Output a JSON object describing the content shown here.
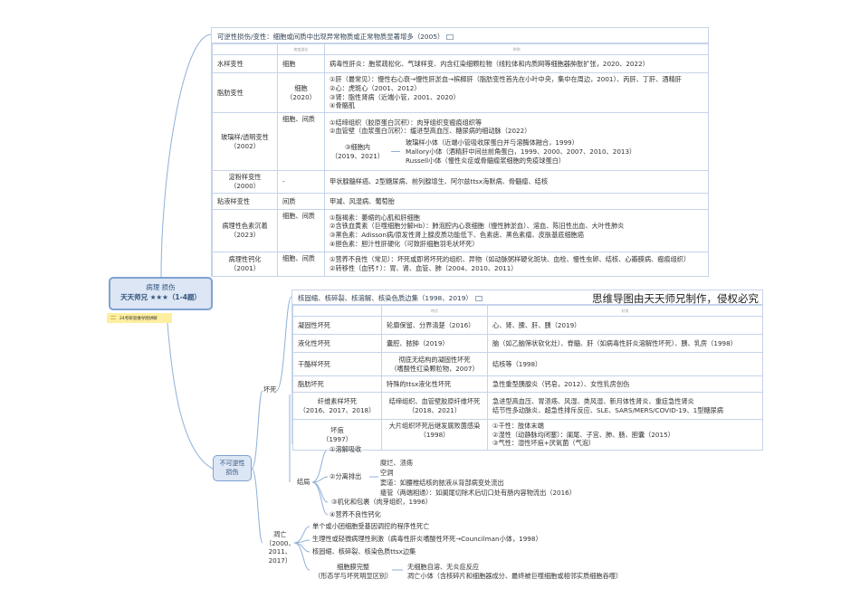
{
  "root": {
    "title": "病理 损伤",
    "subtitle": "天天师兄 ★★★（1-4题）",
    "label": "24考研思维导图讲解"
  },
  "reversible": {
    "header": "可逆性损伤/变性：细胞或间质中出现异常物质或正常物质显著增多（2005）",
    "columns": [
      "",
      "病变部位",
      "举例"
    ],
    "rows": [
      {
        "name": "水样变性",
        "site": "细胞",
        "examples": [
          "病毒性肝炎：胞浆疏松化、气球样变、内含红染细颗粒物（线粒体和内质网等细胞器肿胀扩张，2020、2022）"
        ]
      },
      {
        "name": "脂肪变性",
        "site": "细胞\n（2020）",
        "examples": [
          "①肝（最常见）：慢性右心衰→慢性肝淤血→槟榔肝（脂肪变性首先在小叶中央，集中在周边，2001）、丙肝、丁肝、酒精肝",
          "②心：虎斑心（2001、2012）",
          "③肾：脂性肾病（近端小管，2001、2020）",
          "④骨骼肌"
        ]
      },
      {
        "name": "玻璃样/透明变性\n（2002）",
        "site": "细胞、间质",
        "examples": [
          "①结缔组织（胶原蛋白沉积）：肉芽组织变瘢痕组织等",
          "②血管壁（血浆蛋白沉积）：缓进型高血压、糖尿病的细动脉（2022）"
        ],
        "intracellular": {
          "label": "③细胞内\n（2019、2021）",
          "items": [
            "玻璃样小体（近端小管吸收尿蛋白并与溶酶体融合，1999）",
            "Mallory小体（酒精肝中间丝前角蛋白，1999、2000、2007、2010、2013）",
            "Russell小体（慢性炎症或骨髓瘤浆细胞的免疫球蛋白）"
          ]
        }
      },
      {
        "name": "淀粉样变性\n（2000）",
        "site": "-",
        "examples": [
          "甲状腺髓样癌、2型糖尿病、前列腺增生、阿尔兹ttsx海默病、骨髓瘤、结核"
        ]
      },
      {
        "name": "粘液样变性",
        "site": "间质",
        "examples": [
          "甲减、风湿病、葡萄胎"
        ]
      },
      {
        "name": "病理性色素沉着\n（2023）",
        "site": "细胞、间质",
        "examples": [
          "①脂褐素：萎缩的心肌和肝细胞",
          "②含铁血黄素（巨噬细胞分解Hb）：肺泡腔内心衰细胞（慢性肺淤血）、溶血、陈旧性出血、大叶性肺炎",
          "③黑色素：Adisson病/原发性肾上腺皮质功能低下、色素痣、黑色素瘤、皮肤基底细胞癌",
          "④胆色素：胆汁性肝硬化（可致肝细胞羽毛状坏死）"
        ]
      },
      {
        "name": "病理性钙化\n（2001）",
        "site": "细胞、间质",
        "examples": [
          "①营养不良性（常见）：坏死或即将坏死的组织、异物（如动脉粥样硬化斑块、血栓、慢性虫卵、结核、心瓣膜病、瘢痕组织）",
          "②转移性（血钙↑）：胃、肾、血管、肺（2004、2010、2011）"
        ]
      }
    ]
  },
  "irreversible": {
    "label": "不可逆性\n损伤",
    "necrosis": {
      "label": "坏死",
      "header": "核固缩、核碎裂、核溶解、核染色质边集（1998、2019）",
      "watermark": "思维导图由天天师兄制作，侵权必究",
      "columns": [
        "",
        "特点",
        "好发"
      ],
      "rows": [
        {
          "name": "凝固性坏死",
          "feature": "轮廓保留、分界清楚（2016）",
          "sites": [
            "心、肾、脾、肝、胰（2019）"
          ]
        },
        {
          "name": "液化性坏死",
          "feature": "囊腔、脓肿（2019）",
          "sites": [
            "脑（如乙脑筛状软化灶）、脊髓、肝（如病毒性肝炎溶解性坏死）、胰、乳房（1998）"
          ]
        },
        {
          "name": "干酪样坏死",
          "feature": "彻底无结构的凝固性坏死\n（嗜酸性红染颗粒物，2007）",
          "sites": [
            "结核等（1998）"
          ]
        },
        {
          "name": "脂肪坏死",
          "feature": "特殊的ttsx液化性坏死",
          "sites": [
            "急性重型胰腺炎（钙皂，2012）、女性乳房创伤"
          ]
        },
        {
          "name": "纤维素样坏死\n（2016、2017、2018）",
          "feature": "结缔组织、血管壁胶原纤维坏死\n（2018、2021）",
          "sites": [
            "急进型高血压、胃溃疡、风湿、类风湿、新月体性肾炎、重症急性肾炎",
            "结节性多动脉炎、超急性排斥反应、SLE、SARS/MERS/COVID-19、1型糖尿病"
          ]
        },
        {
          "name": "坏疽\n（1997）",
          "feature": "大片组织坏死后继发腐败菌感染\n（1998）",
          "sites": [
            "①干性：肢体末端",
            "②湿性（动静脉均闭塞）：阑尾、子宫、肺、肠、胆囊（2015）",
            "③气性：湿性坏疽+厌氧菌（气泡）"
          ]
        }
      ],
      "outcome": {
        "label": "结局",
        "items": [
          "①溶解吸收",
          "②分离排出",
          "③机化和包裹（肉芽组织，1996）",
          "④营养不良性钙化"
        ],
        "discharge": [
          "糜烂、溃疡",
          "空洞",
          "窦道：如腰椎结核的脓液从背部病变处流出",
          "瘘管（两端相通）：如阑尾切除术后切口处有肠内容物流出（2016）"
        ]
      }
    },
    "apoptosis": {
      "label": "凋亡\n（2000、\n2011、\n2017）",
      "items": [
        "单个或小团细胞受基因调控的程序性死亡",
        "生理性或轻微病理性刺激（病毒性肝炎嗜酸性坏死→Councilman小体，1998）",
        "核固缩、核碎裂、核染色质ttsx边集"
      ],
      "membrane": {
        "label": "细胞膜完整\n（形态学与坏死明显区别）",
        "items": [
          "无细胞自溶、无炎症反应",
          "凋亡小体（含核碎片和细胞器成分、最终被巨噬细胞或相邻实质细胞吞噬）"
        ]
      }
    }
  },
  "colors": {
    "node_fill": "#dce6f4",
    "node_border": "#7ea2d2",
    "table_border": "#c5d4ea",
    "label_fill": "#fdeea0"
  }
}
